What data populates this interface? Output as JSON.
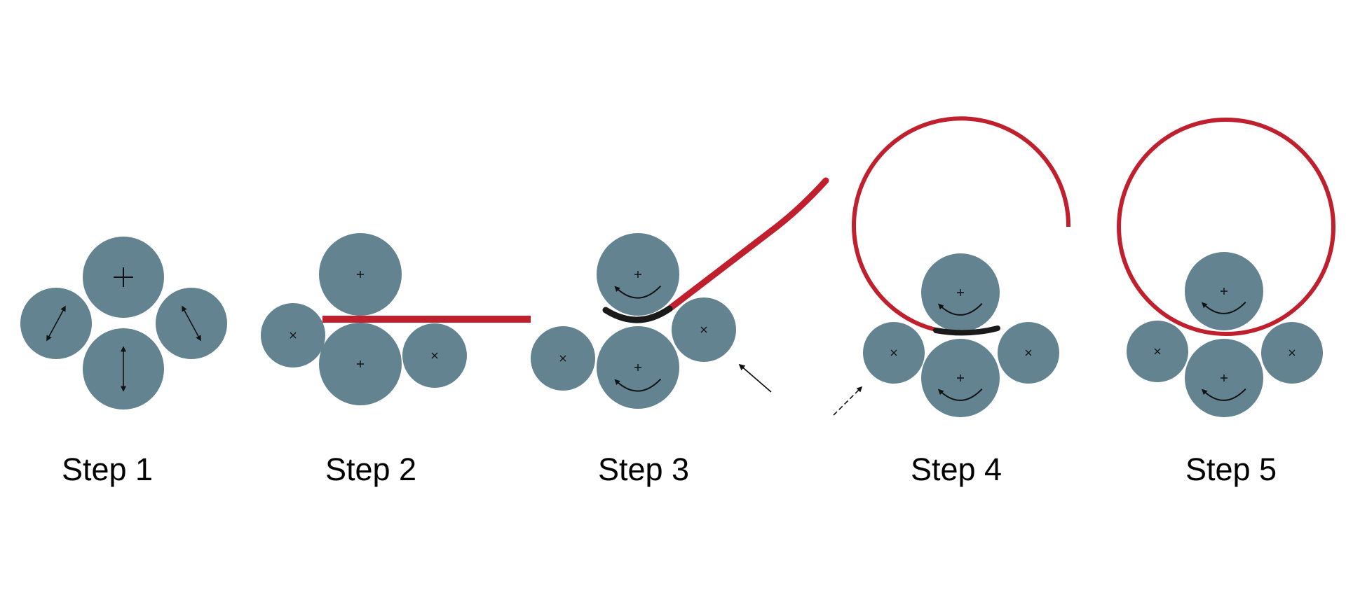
{
  "colors": {
    "roller": "#62838f",
    "workpiece": "#c0202e",
    "bend": "#1a1a1a",
    "mark": "#111111"
  },
  "steps": [
    {
      "label": "Step 1"
    },
    {
      "label": "Step 2"
    },
    {
      "label": "Step 3"
    },
    {
      "label": "Step 4"
    },
    {
      "label": "Step 5"
    }
  ]
}
